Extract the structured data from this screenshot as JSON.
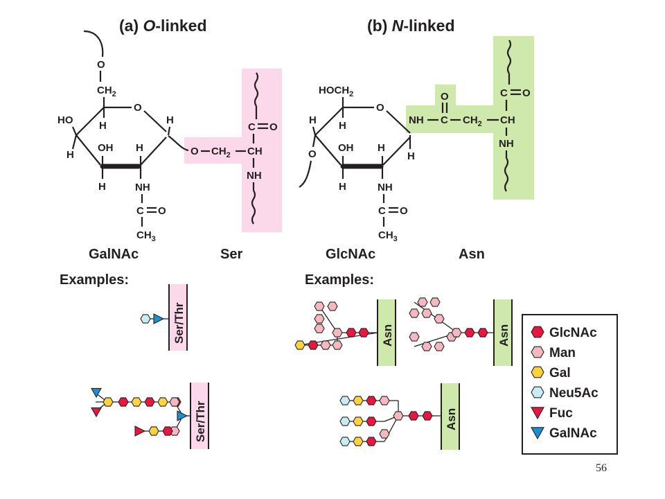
{
  "panel_a": {
    "title_prefix": "(a) ",
    "title_em": "O",
    "title_suffix": "-linked",
    "sugar_name": "GalNAc",
    "aa_name": "Ser",
    "examples_label": "Examples:",
    "residue_label": "Ser/Thr"
  },
  "panel_b": {
    "title_prefix": "(b) ",
    "title_em": "N",
    "title_suffix": "-linked",
    "sugar_name": "GlcNAc",
    "aa_name": "Asn",
    "examples_label": "Examples:",
    "residue_label": "Asn"
  },
  "atoms": {
    "O": "O",
    "H": "H",
    "HO": "HO",
    "OH": "OH",
    "NH": "NH",
    "C": "C",
    "CH": "CH",
    "CH2": "CH",
    "CH3": "CH",
    "HOCH2": "HOCH",
    "two": "2",
    "three": "3"
  },
  "legend": {
    "items": [
      {
        "label": "GlcNAc",
        "color": "#e8173f",
        "shape": "hexagon"
      },
      {
        "label": "Man",
        "color": "#f4b8c0",
        "shape": "hexagon"
      },
      {
        "label": "Gal",
        "color": "#ffd23f",
        "shape": "hexagon"
      },
      {
        "label": "Neu5Ac",
        "color": "#c8ecf5",
        "shape": "hexagon"
      },
      {
        "label": "Fuc",
        "color": "#e8173f",
        "shape": "triangle"
      },
      {
        "label": "GalNAc",
        "color": "#1b8fd1",
        "shape": "triangle"
      }
    ]
  },
  "colors": {
    "pink_box": "#fcd9ea",
    "green_box": "#cfe9ad",
    "ink": "#231f20"
  },
  "page_number": "56"
}
